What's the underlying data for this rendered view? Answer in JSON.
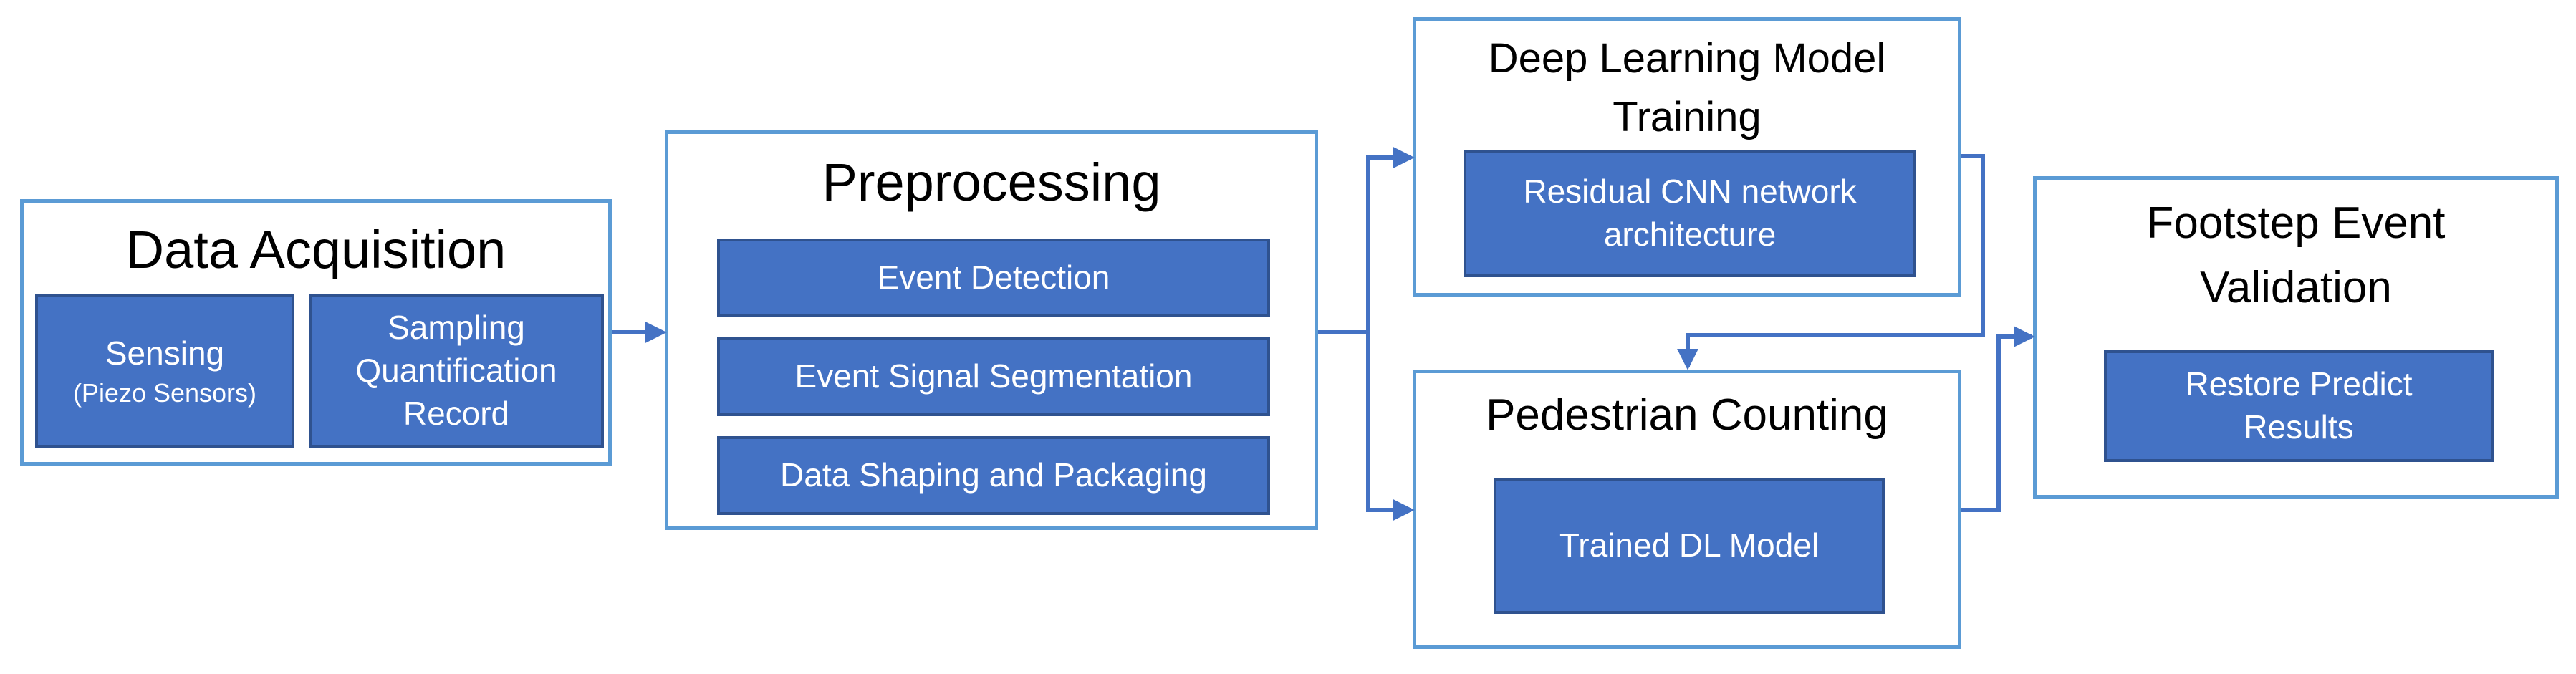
{
  "colors": {
    "stage_border": "#5b9bd5",
    "box_fill": "#4472c4",
    "box_border": "#2f528f",
    "connector": "#4472c4",
    "text_dark": "#000000",
    "text_light": "#ffffff"
  },
  "stages": {
    "data_acquisition": {
      "title": "Data Acquisition",
      "sensing_label": "Sensing",
      "sensing_note": "(Piezo Sensors)",
      "sampling_line1": "Sampling",
      "sampling_line2": "Quantification",
      "sampling_line3": "Record"
    },
    "preprocessing": {
      "title": "Preprocessing",
      "step1": "Event Detection",
      "step2": "Event Signal Segmentation",
      "step3": "Data Shaping and Packaging"
    },
    "training": {
      "title_line1": "Deep Learning Model",
      "title_line2": "Training",
      "model_line1": "Residual CNN network",
      "model_line2": "architecture"
    },
    "counting": {
      "title": "Pedestrian Counting",
      "model_label": "Trained DL Model"
    },
    "validation": {
      "title_line1": "Footstep Event",
      "title_line2": "Validation",
      "result_line1": "Restore Predict",
      "result_line2": "Results"
    }
  }
}
